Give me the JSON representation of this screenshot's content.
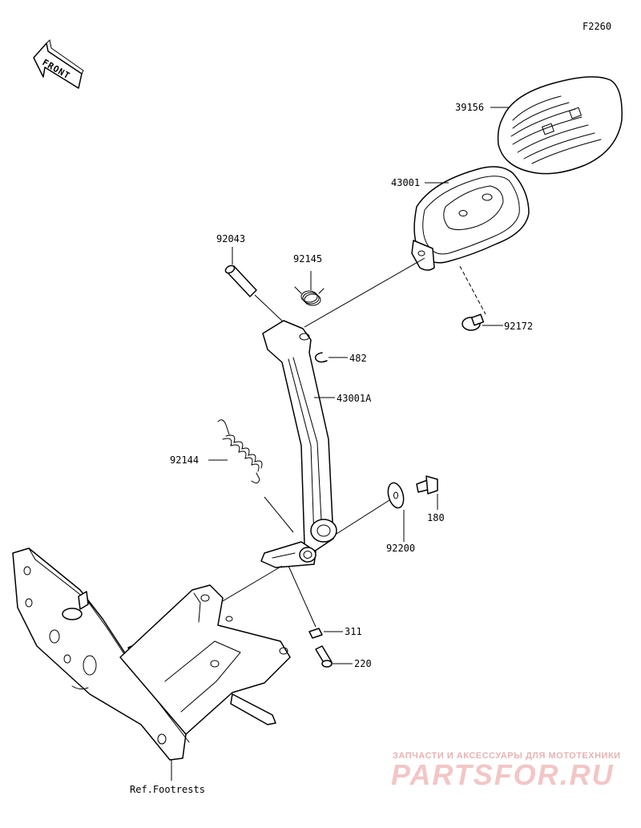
{
  "diagram_id": "F2260",
  "front_label": "FRONT",
  "reference": "Ref.Footrests",
  "parts": {
    "p39156": "39156",
    "p43001": "43001",
    "p92172": "92172",
    "p92043": "92043",
    "p92145": "92145",
    "p482": "482",
    "p43001A": "43001A",
    "p92144": "92144",
    "p180": "180",
    "p92200": "92200",
    "p311": "311",
    "p220": "220"
  },
  "watermark": {
    "line1": "ЗАПЧАСТИ И АКСЕССУАРЫ ДЛЯ МОТОТЕХНИКИ",
    "line2": "PARTSFOR.RU"
  }
}
